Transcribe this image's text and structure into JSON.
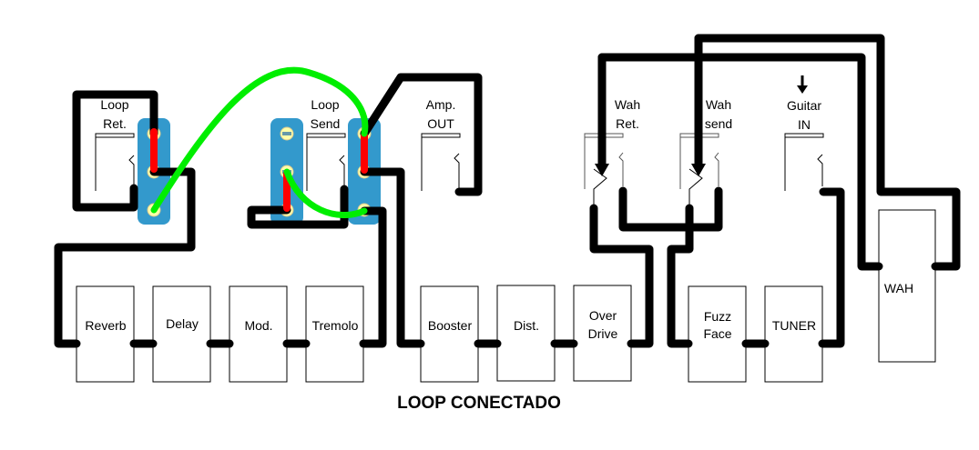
{
  "title": "LOOP CONECTADO",
  "colors": {
    "wire": "#000000",
    "patch_cable": "#00ff00",
    "jumper": "#ff0000",
    "switch_board": "#3399cc",
    "terminal": "#ffffaa"
  },
  "jacks": {
    "loop_ret": [
      "Loop",
      "Ret."
    ],
    "loop_send": [
      "Loop",
      "Send"
    ],
    "amp_out": [
      "Amp.",
      "OUT"
    ],
    "wah_ret": [
      "Wah",
      "Ret."
    ],
    "wah_send": [
      "Wah",
      "send"
    ],
    "guitar_in": [
      "Guitar",
      "IN"
    ]
  },
  "pedals": [
    {
      "id": "reverb",
      "label": [
        "Reverb"
      ]
    },
    {
      "id": "delay",
      "label": [
        "Delay"
      ]
    },
    {
      "id": "mod",
      "label": [
        "Mod."
      ]
    },
    {
      "id": "tremolo",
      "label": [
        "Tremolo"
      ]
    },
    {
      "id": "booster",
      "label": [
        "Booster"
      ]
    },
    {
      "id": "dist",
      "label": [
        "Dist."
      ]
    },
    {
      "id": "overdrive",
      "label": [
        "Over",
        "Drive"
      ]
    },
    {
      "id": "fuzzface",
      "label": [
        "Fuzz",
        "Face"
      ]
    },
    {
      "id": "tuner",
      "label": [
        "TUNER"
      ]
    },
    {
      "id": "wah",
      "label": [
        "WAH"
      ]
    }
  ],
  "icons": {
    "guitar_in_arrow": "arrow-down-icon"
  }
}
